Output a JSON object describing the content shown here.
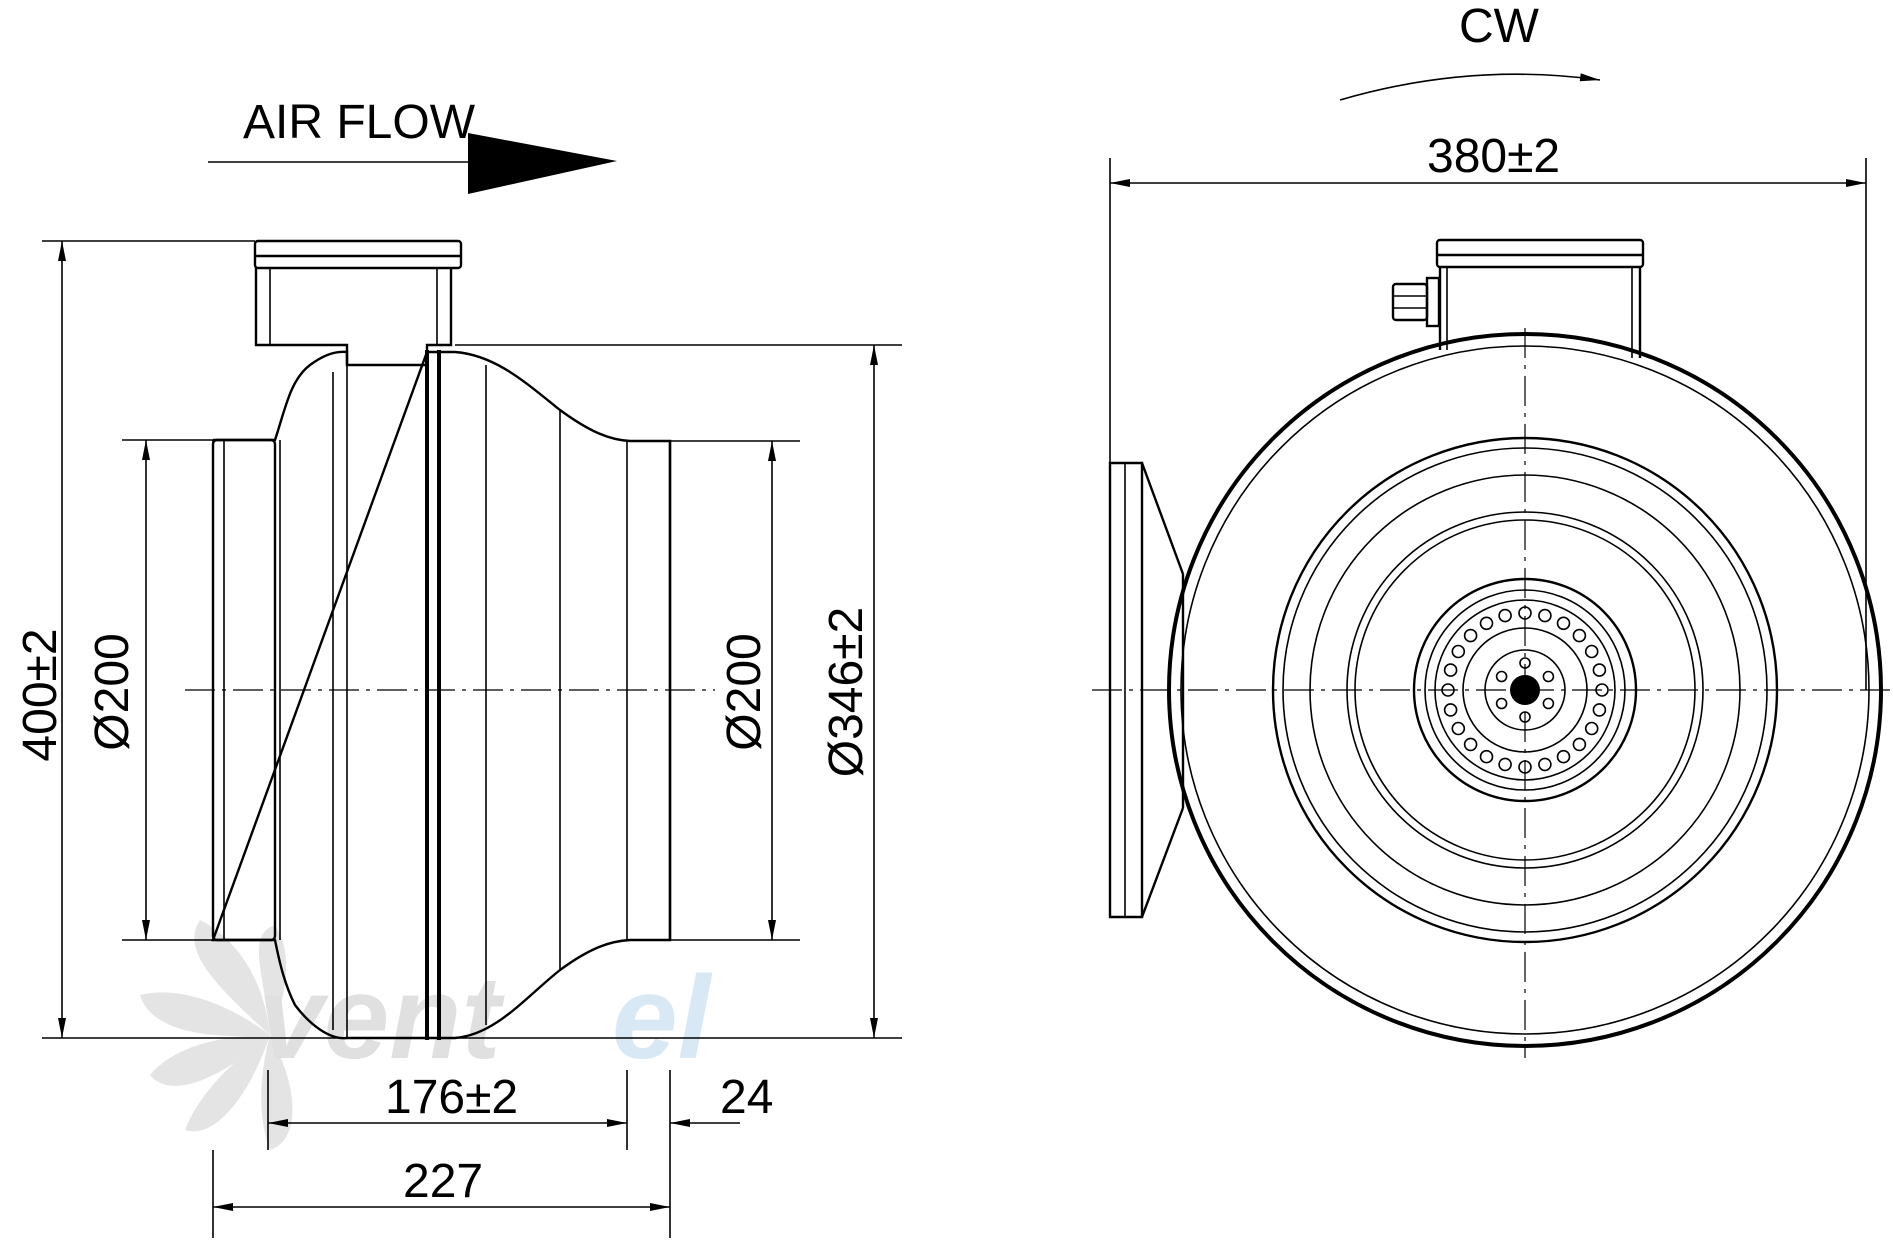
{
  "labels": {
    "air_flow": "AIR FLOW",
    "rotation": "CW",
    "height": "400±2",
    "inlet_diameter": "Ø200",
    "outlet_diameter": "Ø200",
    "housing_diameter": "Ø346±2",
    "width": "380±2",
    "body_length": "176±2",
    "spigot_length": "24",
    "total_length": "227"
  },
  "watermark": {
    "part1": "vent",
    "part2": "el",
    "color_gray": "#c8c8c8",
    "color_blue": "#b9d6ee"
  },
  "colors": {
    "line": "#000000",
    "background": "#ffffff"
  }
}
